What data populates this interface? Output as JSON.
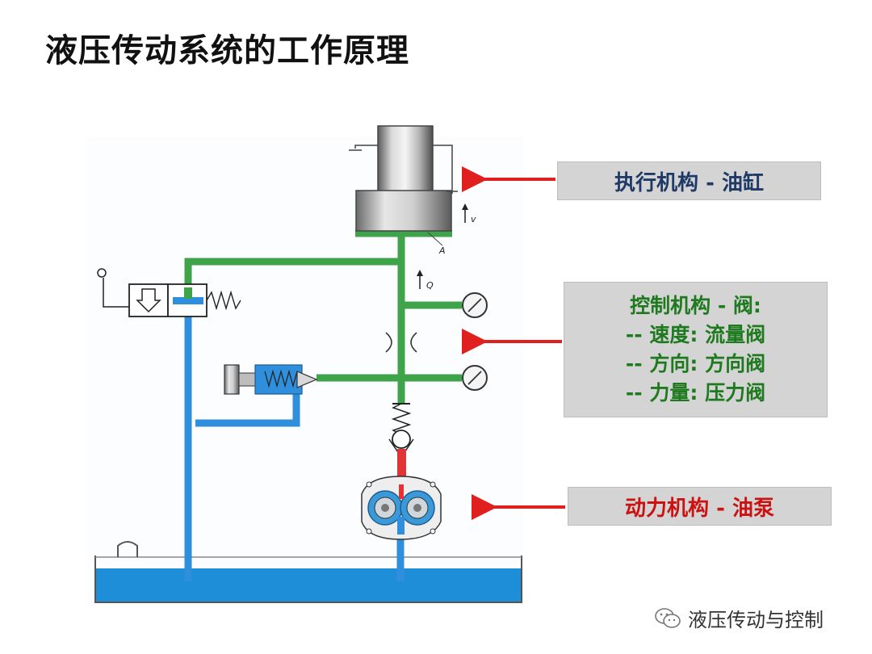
{
  "title": "液压传动系统的工作原理",
  "labels": {
    "actuator": "执行机构 - 油缸",
    "control": {
      "heading": "控制机构 - 阀:",
      "items": [
        "-- 速度: 流量阀",
        "-- 方向: 方向阀",
        "-- 力量:  压力阀"
      ]
    },
    "power": "动力机构 - 油泵"
  },
  "diagram_marks": {
    "velocity": "v",
    "area": "A",
    "flow": "Q"
  },
  "watermark": "液压传动与控制",
  "colors": {
    "pressure_line": "#3fa34a",
    "return_line": "#2f8fdc",
    "pump_outlet": "#e23434",
    "arrow": "#e01f1f",
    "tank_fluid": "#1e8ed8"
  }
}
